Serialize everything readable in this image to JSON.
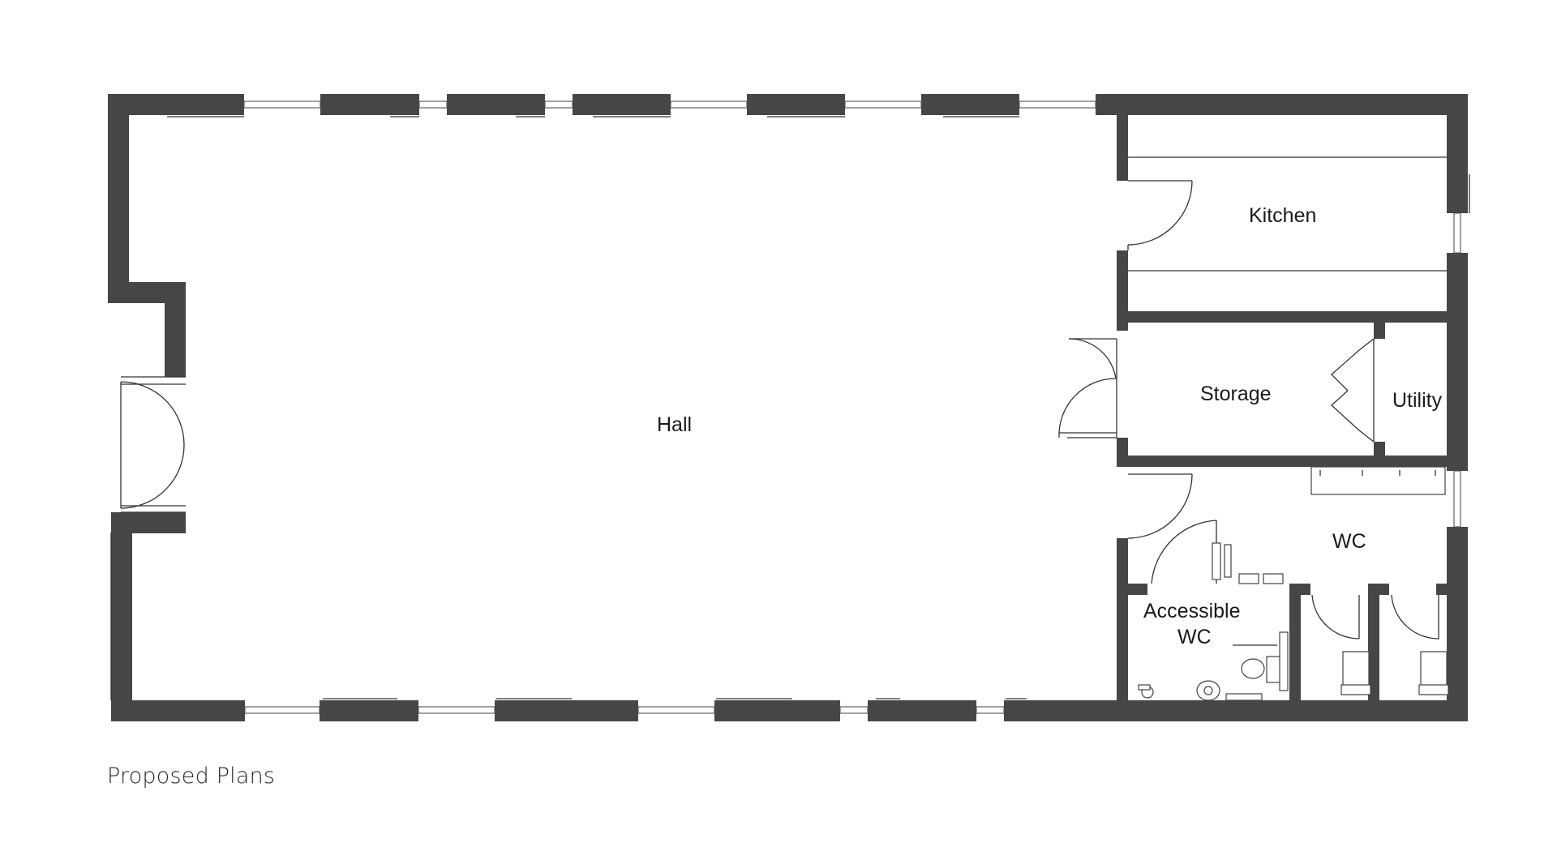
{
  "title": "Proposed Plans",
  "rooms": {
    "hall": "Hall",
    "kitchen": "Kitchen",
    "storage": "Storage",
    "utility": "Utility",
    "wc": "WC",
    "accessible_wc_line1": "Accessible",
    "accessible_wc_line2": "WC"
  },
  "colors": {
    "wall": "#464648",
    "line": "#333333",
    "background": "#ffffff"
  }
}
